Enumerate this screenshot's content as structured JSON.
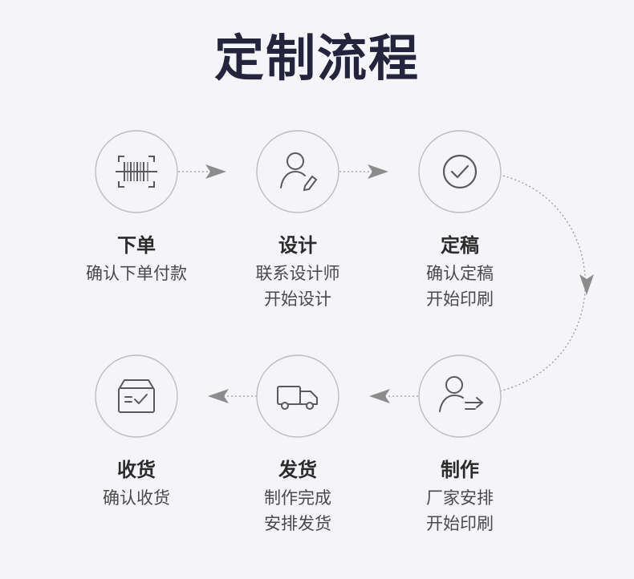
{
  "title": "定制流程",
  "steps": [
    {
      "icon": "barcode-icon",
      "title": "下单",
      "lines": [
        "确认下单付款"
      ]
    },
    {
      "icon": "designer-icon",
      "title": "设计",
      "lines": [
        "联系设计师",
        "开始设计"
      ]
    },
    {
      "icon": "check-circle-icon",
      "title": "定稿",
      "lines": [
        "确认定稿",
        "开始印刷"
      ]
    },
    {
      "icon": "user-arrow-icon",
      "title": "制作",
      "lines": [
        "厂家安排",
        "开始印刷"
      ]
    },
    {
      "icon": "truck-icon",
      "title": "发货",
      "lines": [
        "制作完成",
        "安排发货"
      ]
    },
    {
      "icon": "package-check-icon",
      "title": "收货",
      "lines": [
        "确认收货"
      ]
    }
  ],
  "colors": {
    "circle_border": "#bdbdbd",
    "icon_stroke": "#5a5a5a",
    "arrow": "#8c8c8c",
    "title": "#24253d"
  }
}
